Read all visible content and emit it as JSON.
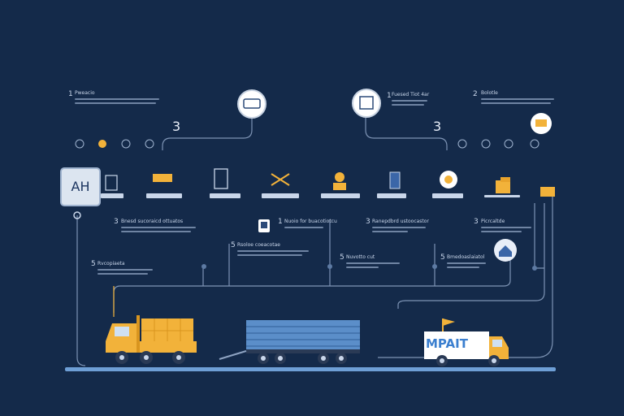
{
  "header": {
    "left_num": "1",
    "left_title": "Pweacio",
    "mid_num": "1",
    "mid_title": "Fuesed Tiot 4ar",
    "right_num": "2",
    "right_title": "Bolotle",
    "three_left": "3",
    "three_right": "3"
  },
  "logo_box": {
    "text": "AH"
  },
  "steps": [
    {
      "num": "3",
      "title": "Bnesd sucoraicd ottuatos"
    },
    {
      "num": "1",
      "title": "Nuoio for buacotiotcu"
    },
    {
      "num": "3",
      "title": "Ranepdbrd ustoocastor"
    },
    {
      "num": "5",
      "title": "Rsoloe coeacotae"
    },
    {
      "num": "5",
      "title": "Rvcopiaeta"
    },
    {
      "num": "5",
      "title": "Nuvotto cut"
    },
    {
      "num": "5",
      "title": "Bmedoaslaiatol"
    },
    {
      "num": "3",
      "title": "Picrcaltde"
    }
  ],
  "trucks": {
    "right_label": "MPAIT"
  },
  "colors": {
    "background": "#142a4a",
    "accent": "#f2b23a",
    "line": "#7d93b4",
    "blue_band": "#5b8ec9"
  }
}
